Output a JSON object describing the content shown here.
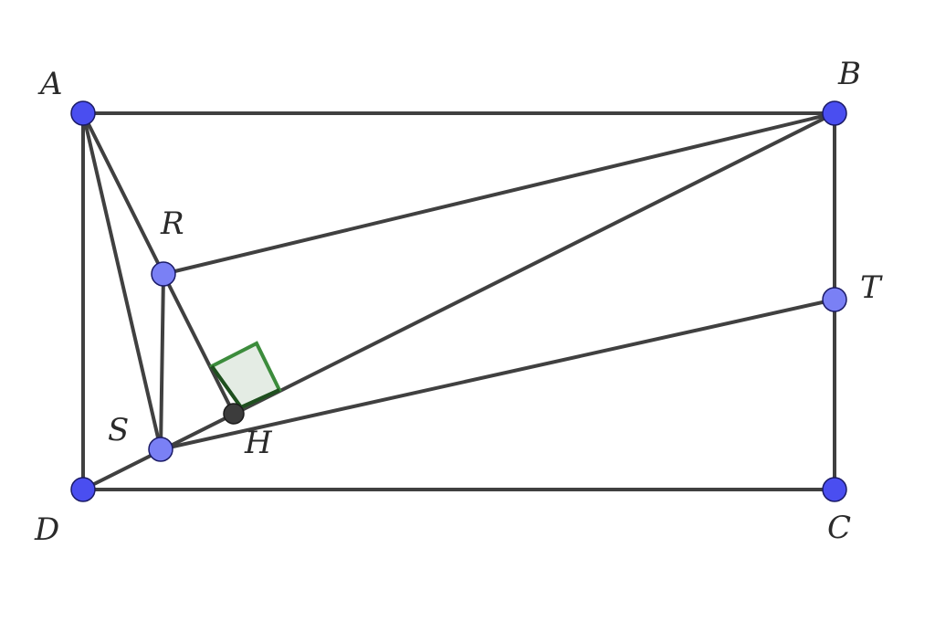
{
  "points": {
    "A": {
      "label": "A"
    },
    "B": {
      "label": "B"
    },
    "C": {
      "label": "C"
    },
    "D": {
      "label": "D"
    },
    "R": {
      "label": "R"
    },
    "S": {
      "label": "S"
    },
    "T": {
      "label": "T"
    },
    "H": {
      "label": "H"
    }
  },
  "segments": [
    [
      "A",
      "B"
    ],
    [
      "B",
      "C"
    ],
    [
      "C",
      "D"
    ],
    [
      "D",
      "A"
    ],
    [
      "A",
      "R"
    ],
    [
      "A",
      "S"
    ],
    [
      "R",
      "S"
    ],
    [
      "R",
      "B"
    ],
    [
      "D",
      "B"
    ],
    [
      "S",
      "T"
    ],
    [
      "R",
      "H"
    ]
  ],
  "right_angle": {
    "vertex": "H",
    "between": [
      "R",
      "B"
    ]
  },
  "colors": {
    "segment": "#404040",
    "point": "#4a4ef0",
    "point_light": "#7a80f5",
    "right_angle_fill": "#e4ece4",
    "right_angle_stroke": "#3c8c3c"
  }
}
